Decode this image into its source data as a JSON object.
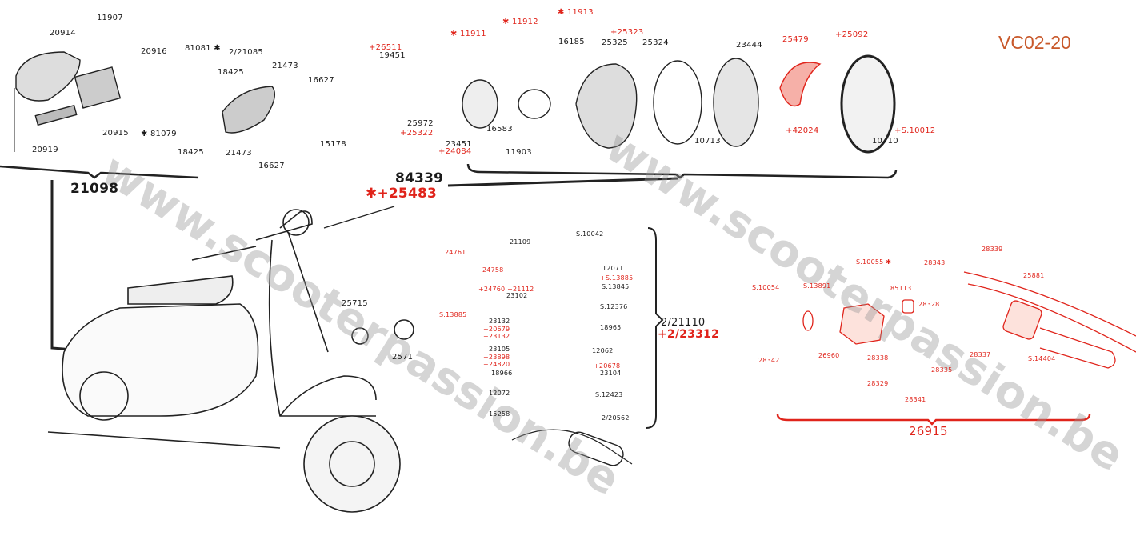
{
  "title": "VC02-20",
  "watermark": "www.scooterpassion.be",
  "colors": {
    "ink": "#1a1a1a",
    "red": "#e0241b",
    "title": "#c8582a"
  },
  "rear_light": {
    "assembly": "21098",
    "labels": [
      "11907",
      "20914",
      "20916",
      "81081 ✱",
      "2/21085",
      "18425",
      "21473",
      "16627",
      "20915",
      "✱ 81079",
      "18425",
      "21473",
      "16627",
      "15178",
      "20919"
    ]
  },
  "headlight": {
    "assembly": "84339",
    "assembly_alt": "✱+25483",
    "labels": [
      "19451",
      "16185",
      "25325",
      "25324",
      "23444",
      "25972",
      "16583",
      "23451",
      "11903",
      "10713",
      "10710"
    ],
    "red_labels": [
      "+26511",
      "✱ 11911",
      "✱ 11912",
      "✱ 11913",
      "+25323",
      "25479",
      "+25092",
      "+25322",
      "+24084",
      "+42024",
      "+S.10012"
    ]
  },
  "scooter": {
    "labels": [
      "25715",
      "2571"
    ]
  },
  "switch": {
    "assembly": "2/21110",
    "assembly_alt": "+2/23312",
    "labels": [
      "21109",
      "S.10042",
      "12071",
      "S.13845",
      "23102",
      "S.12376",
      "23132",
      "18965",
      "23105",
      "12062",
      "18966",
      "23104",
      "12072",
      "S.12423",
      "15258",
      "2/20562"
    ],
    "red_labels": [
      "24761",
      "24758",
      "+S.13885",
      "+24760 +21112",
      "S.13885",
      "+20679",
      "+23132",
      "+23898",
      "+24820",
      "+20678"
    ]
  },
  "horn_switch": {
    "assembly": "26915",
    "labels": [
      "S.10054",
      "S.13891",
      "S.10055 ✱",
      "85113",
      "28343",
      "28339",
      "25881",
      "28328",
      "28342",
      "26960",
      "28338",
      "28337",
      "S.14404",
      "28329",
      "28335",
      "28341"
    ]
  }
}
